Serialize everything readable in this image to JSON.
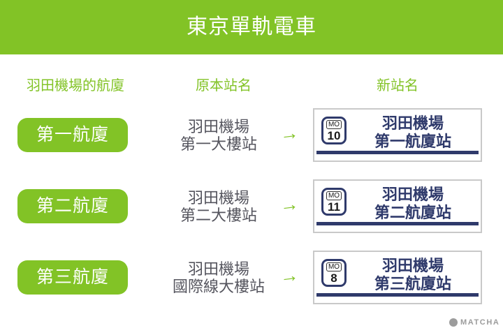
{
  "header": {
    "title": "東京單軌電車"
  },
  "columns": {
    "terminal_label": "羽田機場的航廈",
    "old_name_label": "原本站名",
    "new_name_label": "新站名"
  },
  "rows": [
    {
      "terminal": "第一航廈",
      "old_name_line1": "羽田機場",
      "old_name_line2": "第一大樓站",
      "arrow": "→",
      "badge_prefix": "MO",
      "badge_number": "10",
      "new_name_line1": "羽田機場",
      "new_name_line2": "第一航廈站"
    },
    {
      "terminal": "第二航廈",
      "old_name_line1": "羽田機場",
      "old_name_line2": "第二大樓站",
      "arrow": "→",
      "badge_prefix": "MO",
      "badge_number": "11",
      "new_name_line1": "羽田機場",
      "new_name_line2": "第二航廈站"
    },
    {
      "terminal": "第三航廈",
      "old_name_line1": "羽田機場",
      "old_name_line2": "國際線大樓站",
      "arrow": "→",
      "badge_prefix": "MO",
      "badge_number": "8",
      "new_name_line1": "羽田機場",
      "new_name_line2": "第三航廈站"
    }
  ],
  "footer": {
    "brand": "MATCHA"
  },
  "colors": {
    "green": "#82C326",
    "navy": "#2F3A6B",
    "old_name_text": "#55555E",
    "sign_border": "#C9C9C9",
    "brand_gray": "#9C9C9C"
  }
}
